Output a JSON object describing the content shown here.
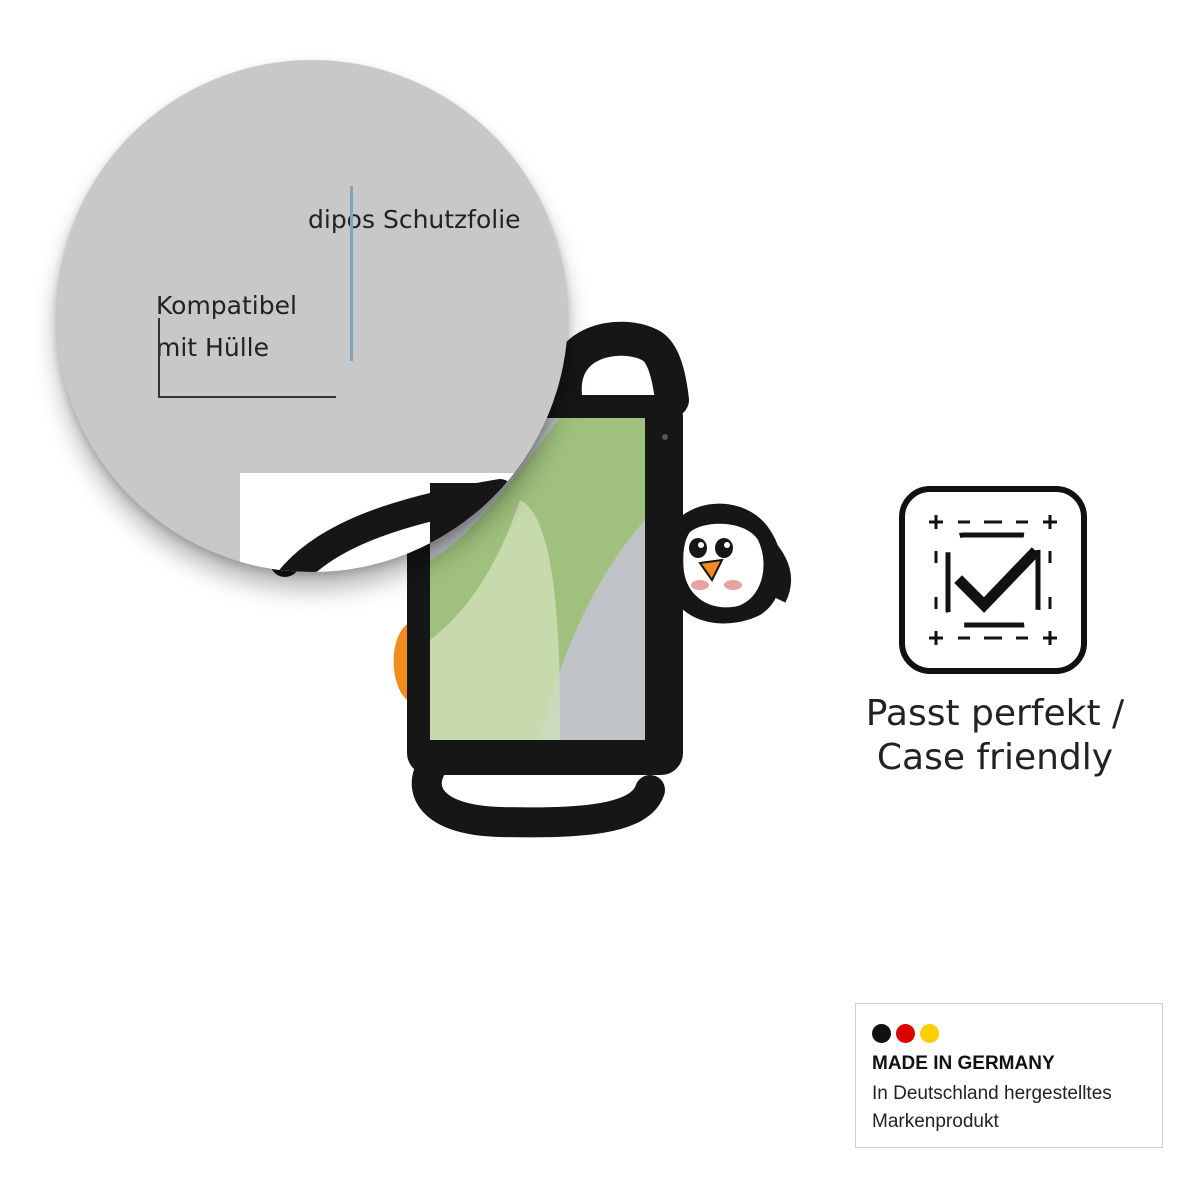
{
  "callout": {
    "film_label": "dipos Schutzfolie",
    "compat_label_1": "Kompatibel",
    "compat_label_2": "mit Hülle"
  },
  "claim": {
    "icon": "case-friendly-check-icon",
    "line1": "Passt perfekt /",
    "line2": "Case friendly"
  },
  "badge": {
    "flag_colors": [
      "#111111",
      "#dd0000",
      "#ffcc00"
    ],
    "title": "MADE IN GERMANY",
    "subtitle_1": "In Deutschland hergestelltes",
    "subtitle_2": "Markenprodukt"
  },
  "product": {
    "case_color": "#161616",
    "accent_color": "#f28c1c"
  }
}
